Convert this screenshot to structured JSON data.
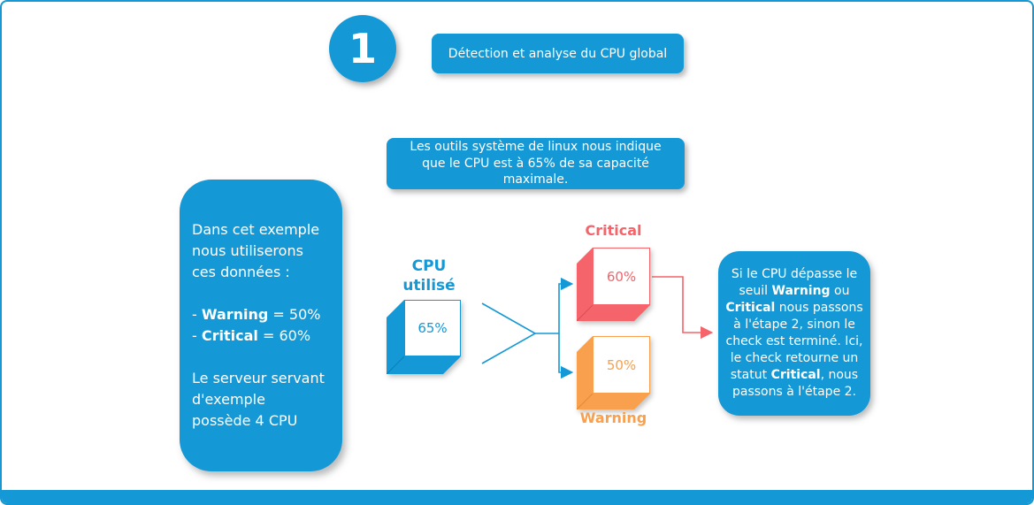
{
  "colors": {
    "accent_blue": "#1499d6",
    "critical": "#f4646a",
    "warning": "#f8a04d"
  },
  "step": {
    "number": "1",
    "title": "Détection et analyse du CPU global"
  },
  "top_note": {
    "text": "Les outils système de linux nous indique que le CPU est à 65% de sa capacité maximale."
  },
  "left_panel": {
    "segments": [
      {
        "text": "Dans cet exemple nous utiliserons ces données :\n\n"
      },
      {
        "text": "- "
      },
      {
        "text": "Warning",
        "bold": true
      },
      {
        "text": " = 50%\n"
      },
      {
        "text": "- "
      },
      {
        "text": "Critical",
        "bold": true
      },
      {
        "text": " = 60%\n\n"
      },
      {
        "text": "Le serveur servant d'exemple possède 4 CPU"
      }
    ]
  },
  "nodes": {
    "cpu": {
      "label": "CPU utilisé",
      "value": "65%"
    },
    "critical": {
      "label": "Critical",
      "value": "60%"
    },
    "warning": {
      "label": "Warning",
      "value": "50%"
    }
  },
  "right_panel": {
    "segments": [
      {
        "text": "Si le CPU dépasse le seuil "
      },
      {
        "text": "Warning",
        "bold": true
      },
      {
        "text": " ou "
      },
      {
        "text": "Critical",
        "bold": true
      },
      {
        "text": " nous passons à l'étape 2, sinon le check est terminé. Ici, le check retourne un statut "
      },
      {
        "text": "Critical",
        "bold": true
      },
      {
        "text": ", nous passons à l'étape 2."
      }
    ]
  }
}
